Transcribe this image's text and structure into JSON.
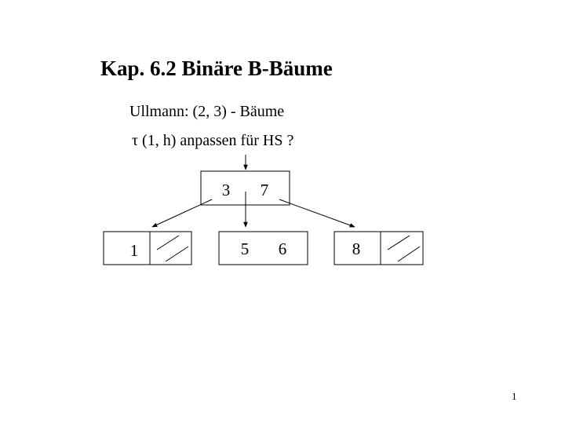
{
  "slide": {
    "title": "Kap. 6.2 Binäre B-Bäume",
    "subtitle": "Ullmann: (2, 3) - Bäume",
    "line2": "τ (1, h) anpassen für HS   ?",
    "page_number": "1"
  },
  "tree": {
    "root": {
      "keys": [
        "3",
        "7"
      ]
    },
    "children": [
      {
        "keys": [
          "1"
        ],
        "empty_slot": true
      },
      {
        "keys": [
          "5",
          "6"
        ],
        "empty_slot": false
      },
      {
        "keys": [
          "8"
        ],
        "empty_slot": true
      }
    ]
  }
}
